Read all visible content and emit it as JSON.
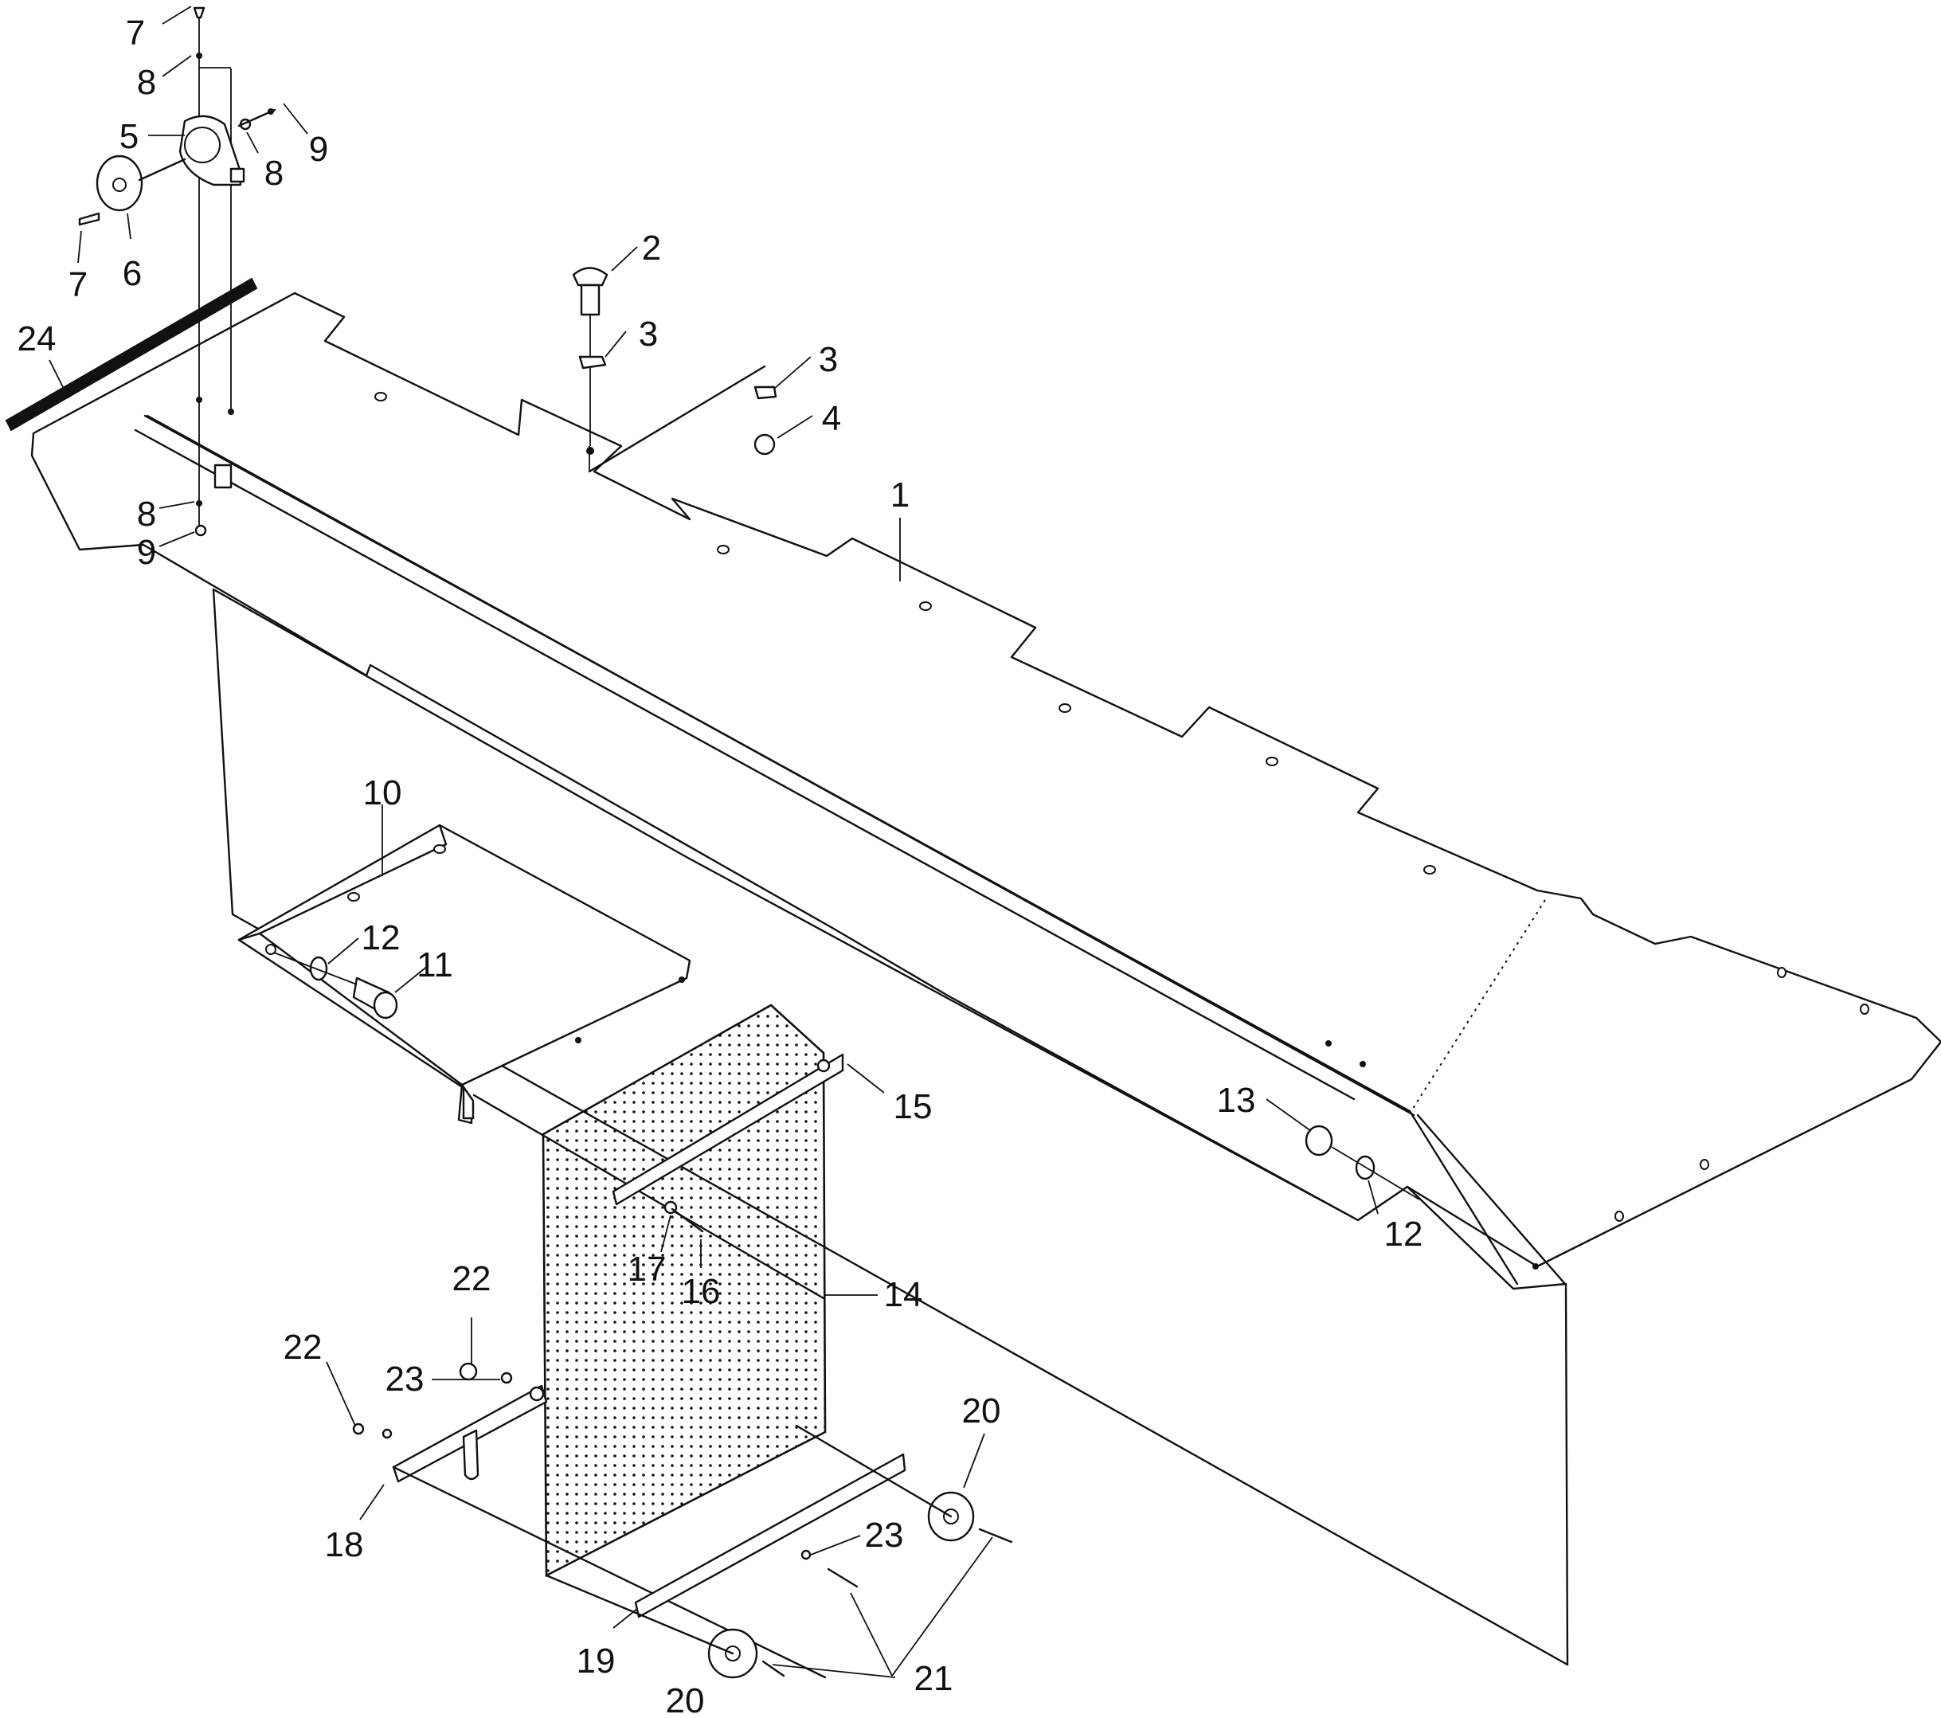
{
  "callouts": [
    {
      "id": "c7a",
      "label": "7"
    },
    {
      "id": "c8a",
      "label": "8"
    },
    {
      "id": "c5",
      "label": "5"
    },
    {
      "id": "c8b",
      "label": "8"
    },
    {
      "id": "c9a",
      "label": "9"
    },
    {
      "id": "c6",
      "label": "6"
    },
    {
      "id": "c7b",
      "label": "7"
    },
    {
      "id": "c24",
      "label": "24"
    },
    {
      "id": "c2",
      "label": "2"
    },
    {
      "id": "c3a",
      "label": "3"
    },
    {
      "id": "c3b",
      "label": "3"
    },
    {
      "id": "c4",
      "label": "4"
    },
    {
      "id": "c8c",
      "label": "8"
    },
    {
      "id": "c9b",
      "label": "9"
    },
    {
      "id": "c1",
      "label": "1"
    },
    {
      "id": "c10",
      "label": "10"
    },
    {
      "id": "c12a",
      "label": "12"
    },
    {
      "id": "c11",
      "label": "11"
    },
    {
      "id": "c15",
      "label": "15"
    },
    {
      "id": "c13",
      "label": "13"
    },
    {
      "id": "c12b",
      "label": "12"
    },
    {
      "id": "c17",
      "label": "17"
    },
    {
      "id": "c16",
      "label": "16"
    },
    {
      "id": "c14",
      "label": "14"
    },
    {
      "id": "c22a",
      "label": "22"
    },
    {
      "id": "c22b",
      "label": "22"
    },
    {
      "id": "c23a",
      "label": "23"
    },
    {
      "id": "c20a",
      "label": "20"
    },
    {
      "id": "c18",
      "label": "18"
    },
    {
      "id": "c23b",
      "label": "23"
    },
    {
      "id": "c19",
      "label": "19"
    },
    {
      "id": "c21",
      "label": "21"
    },
    {
      "id": "c20b",
      "label": "20"
    }
  ]
}
